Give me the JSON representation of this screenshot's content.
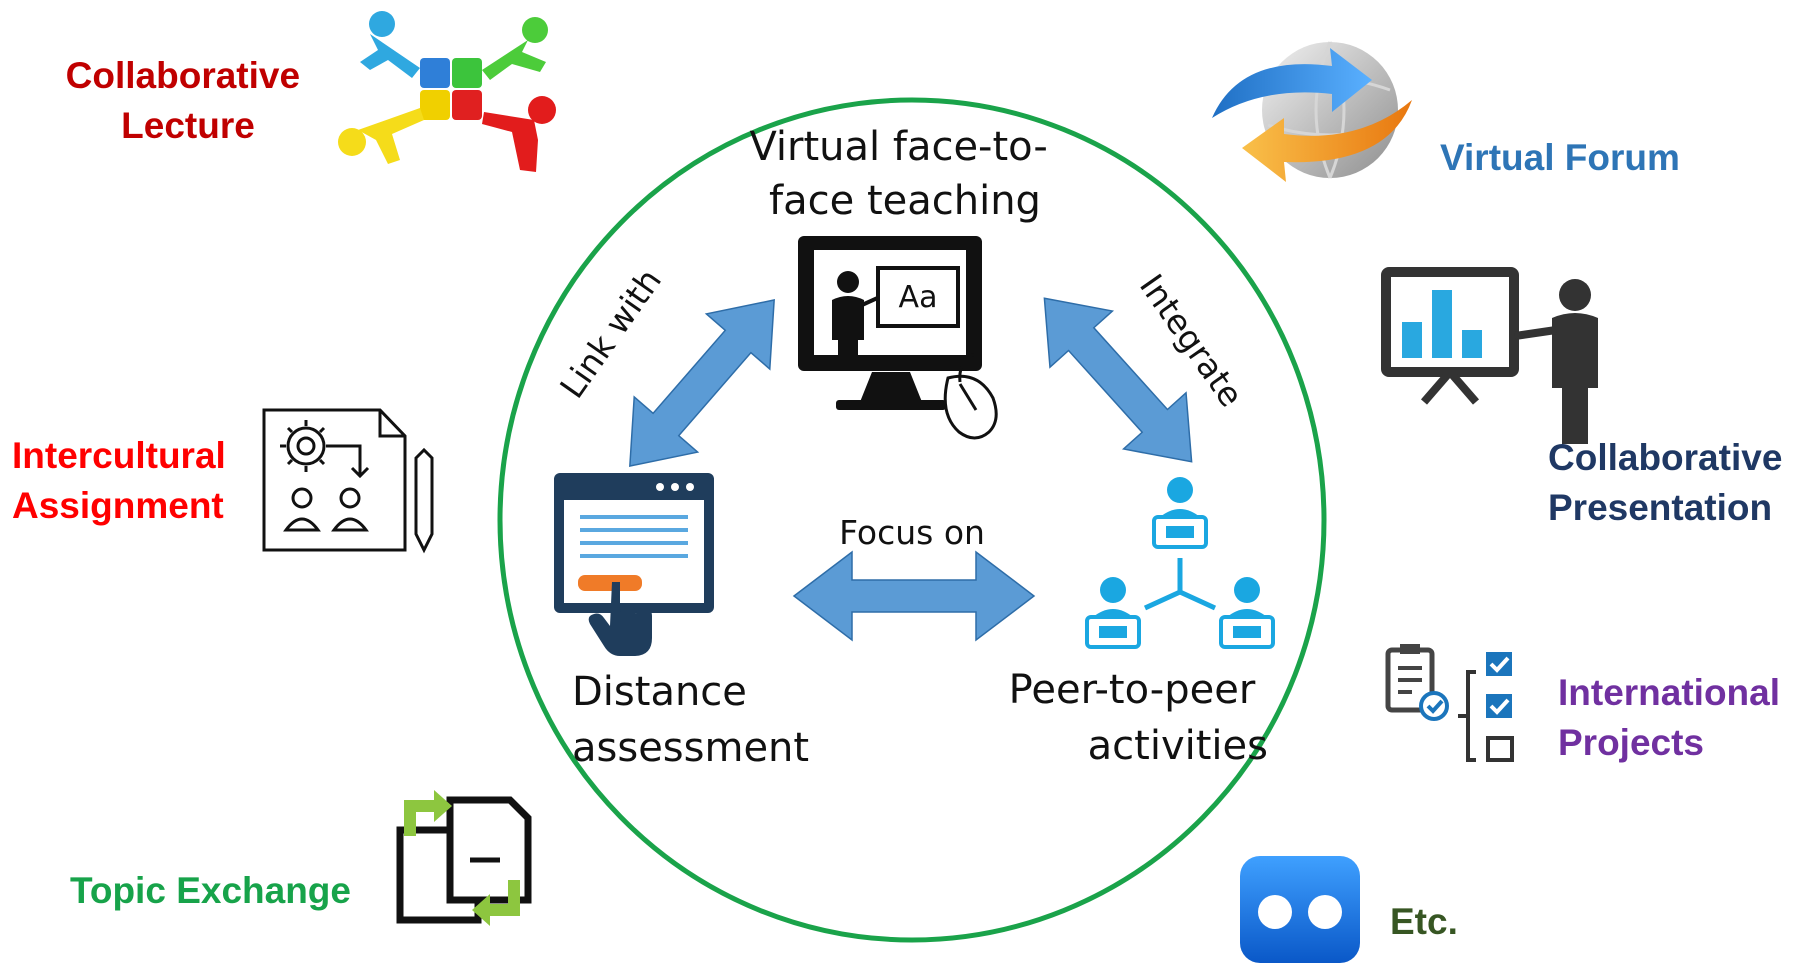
{
  "center": {
    "top_label": [
      "Virtual face-to-",
      "face teaching"
    ],
    "left_label": [
      "Distance",
      "assessment"
    ],
    "right_label": [
      "Peer-to-peer",
      "activities"
    ],
    "link_left": "Link with",
    "link_right": "Integrate",
    "link_bottom": "Focus on",
    "screen_text": "Aa"
  },
  "activities": {
    "collaborative_lecture": [
      "Collaborative",
      "Lecture"
    ],
    "intercultural_assignment": [
      "Intercultural",
      "Assignment"
    ],
    "topic_exchange": "Topic Exchange",
    "virtual_forum": "Virtual Forum",
    "collaborative_presentation": [
      "Collaborative",
      "Presentation"
    ],
    "international_projects": [
      "International",
      "Projects"
    ],
    "etc": "Etc."
  },
  "colors": {
    "circle": "#1aa34a",
    "arrow": "#5b9bd5",
    "collaborative_lecture": "#c00000",
    "intercultural_assignment": "#ff0000",
    "topic_exchange": "#17a34a",
    "virtual_forum": "#2e75b6",
    "collaborative_presentation": "#1f3864",
    "international_projects": "#7030a0",
    "etc": "#375623"
  },
  "icons": [
    "puzzle-people-icon",
    "assignment-document-icon",
    "file-exchange-icon",
    "globe-arrows-icon",
    "presentation-icon",
    "checklist-icon",
    "app-icon",
    "monitor-teacher-icon",
    "browser-click-icon",
    "peer-network-icon"
  ]
}
